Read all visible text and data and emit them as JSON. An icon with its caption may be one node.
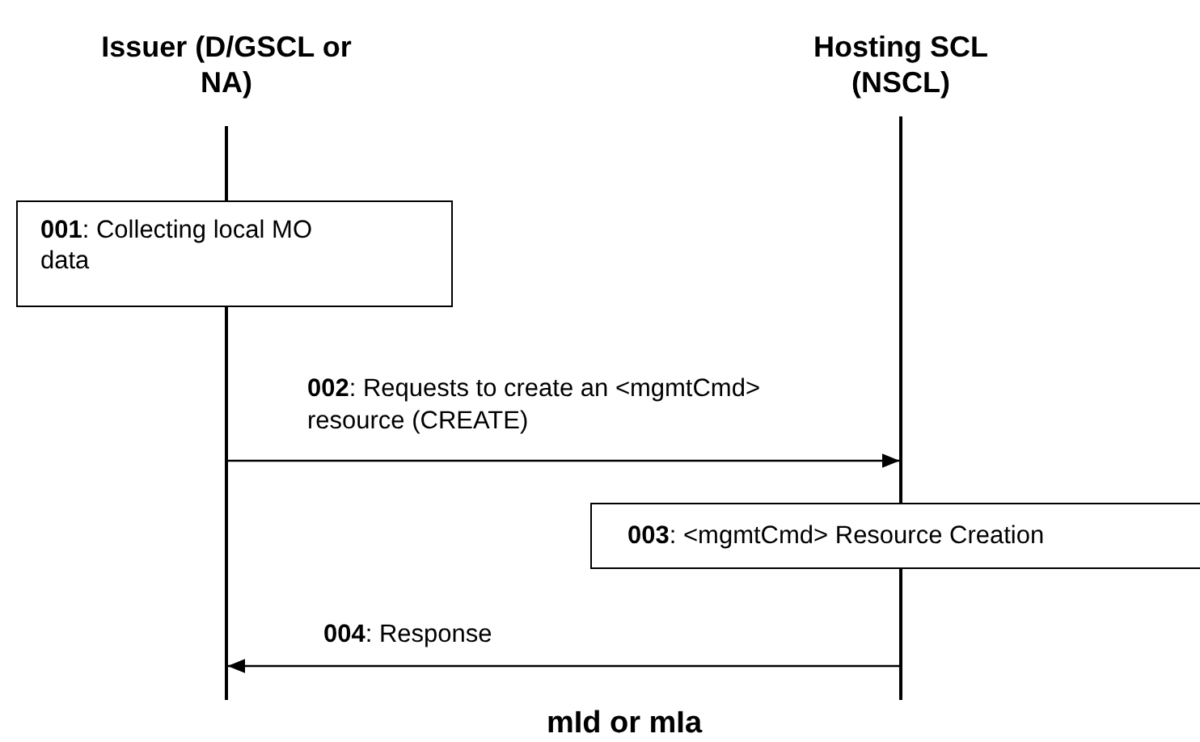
{
  "diagram": {
    "caption": "mId or mIa",
    "nodes": [
      {
        "text": [
          "Issuer (D/GSCL or NA)"
        ]
      },
      {
        "text": [
          "Hosting SCL (NSCL)"
        ]
      },
      {
        "text": [],
        "shape": "bar"
      },
      {
        "text": [],
        "shape": "bar"
      },
      {
        "text": [
          "**001**: Collecting local MO data"
        ]
      },
      {
        "text": [
          "**003**: <mgmtCmd> Resource Creation"
        ]
      }
    ],
    "edges": [
      {
        "from": 2,
        "to": 3,
        "arrow": "to",
        "label": "**002**: Requests to create an <mgmtCmd> resource (CREATE)"
      },
      {
        "from": 3,
        "to": 2,
        "arrow": "to",
        "label": "**004**: Response"
      }
    ]
  }
}
